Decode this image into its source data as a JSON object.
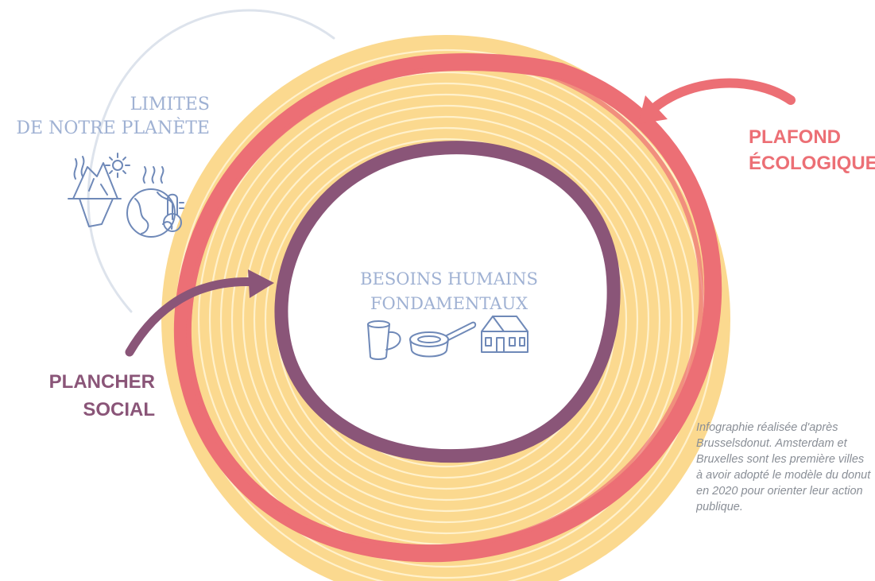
{
  "colors": {
    "ceiling": "#ec6f75",
    "floor": "#8a5578",
    "donut": "#fbd98f",
    "donut_stripe": "#fff4d6",
    "planet": "#9fb1d3",
    "planet_arc": "#dde3ec",
    "icon": "#6f89b8",
    "caption": "#8a8f97"
  },
  "labels": {
    "planet_limits": [
      "LIMITES",
      "DE NOTRE PLANÈTE"
    ],
    "ecological_ceiling": [
      "PLAFOND",
      "ÉCOLOGIQUE"
    ],
    "social_floor": [
      "PLANCHER",
      "SOCIAL"
    ],
    "human_needs": [
      "BESOINS HUMAINS",
      "FONDAMENTAUX"
    ]
  },
  "icons": {
    "planet": [
      "iceberg-icon",
      "sun-icon",
      "earth-icon",
      "thermometer-icon",
      "heat-waves-icon"
    ],
    "needs": [
      "mug-icon",
      "saucepan-icon",
      "house-icon"
    ]
  },
  "caption_lines": [
    "Infographie réalisée d'après",
    "Brusselsdonut. Amsterdam et",
    "Bruxelles sont les première villes",
    "à avoir adopté le modèle du donut",
    "en 2020 pour orienter leur action",
    "publique."
  ]
}
